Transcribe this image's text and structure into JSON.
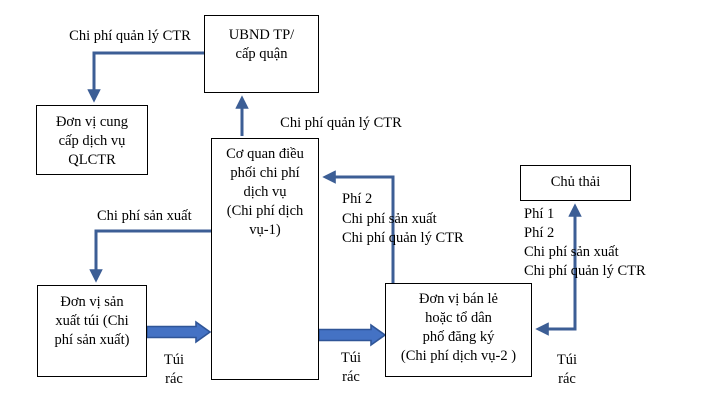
{
  "diagram": {
    "title": "Waste management cost flow diagram",
    "boxes": {
      "ubnd": "UBND TP/\ncấp quận",
      "cung_cap": "Đơn vị cung\ncấp dịch vụ\nQLCTR",
      "co_quan": "Cơ quan điều\nphối chi phí\ndịch vụ\n(Chi phí dịch\nvụ-1)",
      "chu_thai": "Chủ thải",
      "san_xuat": "Đơn vị sản\nxuất túi (Chi\nphí sản xuất)",
      "ban_le": "Đơn vị bán lẻ\nhoặc tổ dân\nphố đăng ký\n(Chi phí dịch vụ-2 )"
    },
    "labels": {
      "top_left_fee": "Chi phí quản lý CTR",
      "center_fee": "Chi phí quản lý CTR",
      "mid_fees": "Phí 2\nChi phí sản xuất\nChi phí quản lý CTR",
      "right_fees": "Phí 1\nPhí 2\nChi phí sản xuất\nChi phí quản lý CTR",
      "left_fee": "Chi phí sản xuất",
      "bag1": "Túi\nrác",
      "bag2": "Túi\nrác",
      "bag3": "Túi\nrác"
    },
    "colors": {
      "arrow_line": "#3c5e95",
      "block_arrow_fill": "#4472c4",
      "block_arrow_border": "#2f5597",
      "box_border": "#000000",
      "text": "#000000",
      "background": "#ffffff"
    }
  }
}
